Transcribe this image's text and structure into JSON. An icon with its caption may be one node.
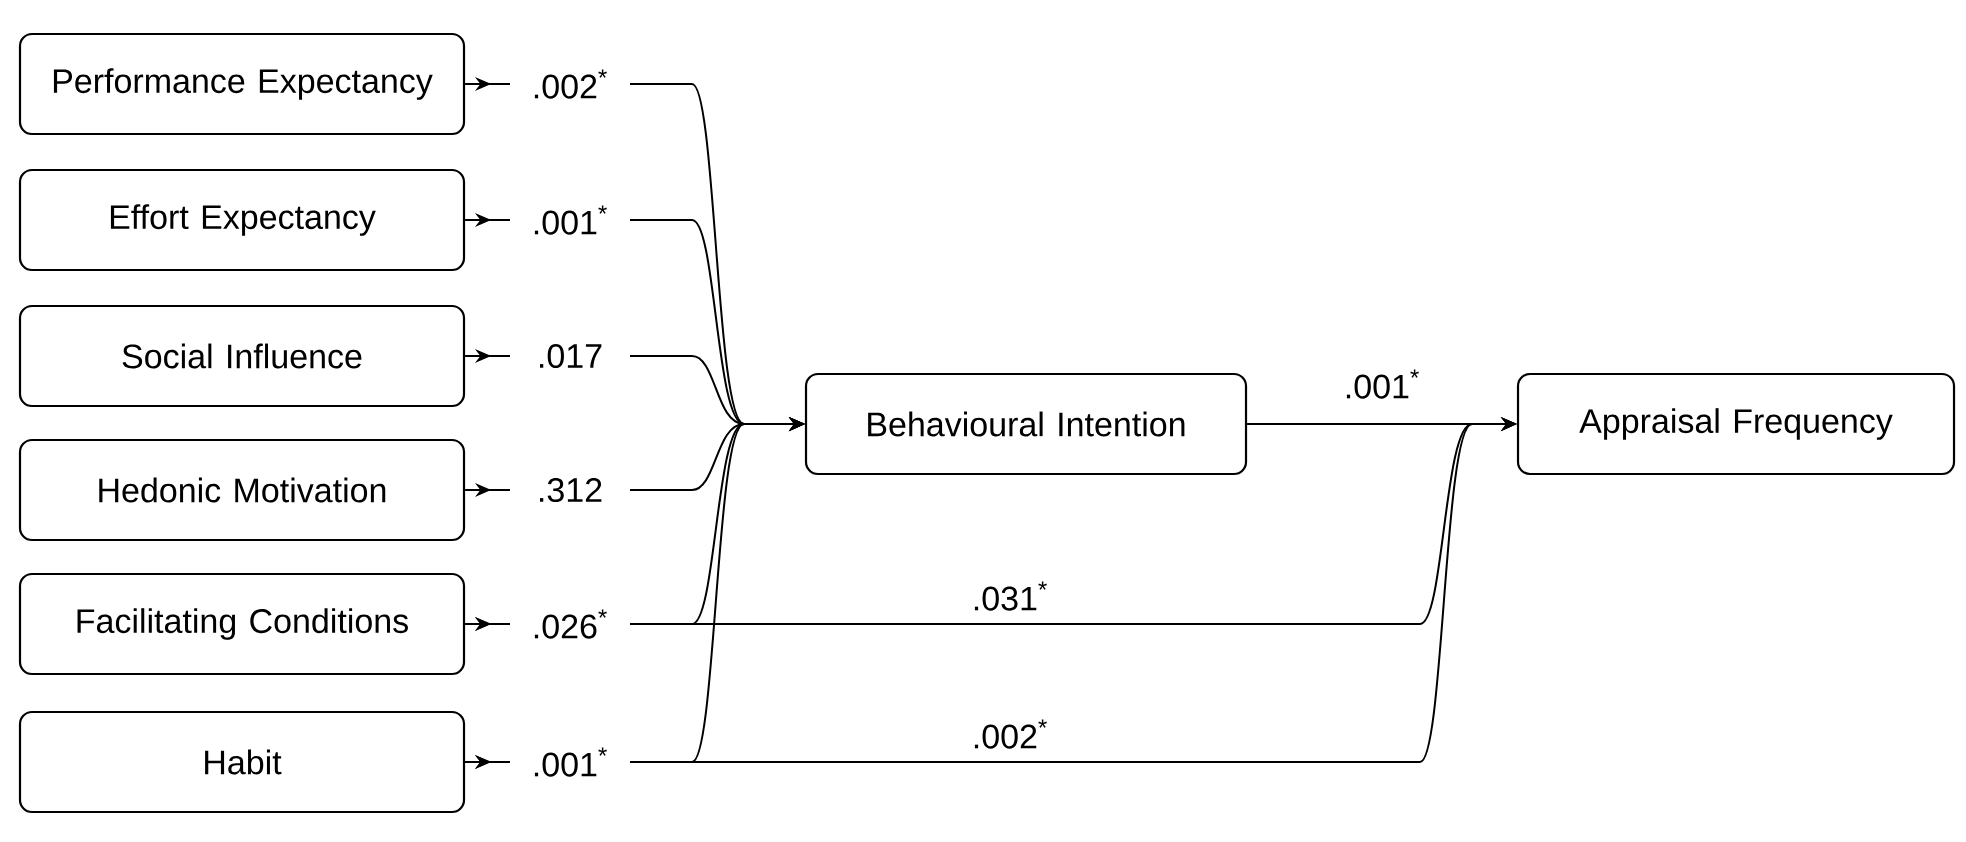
{
  "diagram": {
    "nodes": [
      {
        "text": [
          "Performance Expectancy"
        ]
      },
      {
        "text": [
          "Effort Expectancy"
        ]
      },
      {
        "text": [
          "Social Influence"
        ]
      },
      {
        "text": [
          "Hedonic Motivation"
        ]
      },
      {
        "text": [
          "Facilitating Conditions"
        ]
      },
      {
        "text": [
          "Habit"
        ]
      },
      {
        "text": [
          "Behavioural Intention"
        ]
      },
      {
        "text": [
          "Appraisal Frequency"
        ]
      }
    ],
    "edges": [
      {
        "from": 0,
        "to": 6,
        "arrow": "to",
        "label": ".002$^{*}$"
      },
      {
        "from": 1,
        "to": 6,
        "arrow": "to",
        "label": ".001$^{*}$"
      },
      {
        "from": 2,
        "to": 6,
        "arrow": "to",
        "label": ".017"
      },
      {
        "from": 3,
        "to": 6,
        "arrow": "to",
        "label": ".312"
      },
      {
        "from": 4,
        "to": 6,
        "arrow": "to",
        "label": ".026$^{*}$"
      },
      {
        "from": 5,
        "to": 6,
        "arrow": "to",
        "label": ".001$^{*}$"
      },
      {
        "from": 6,
        "to": 7,
        "arrow": "to",
        "label": ".001$^{*}$"
      },
      {
        "from": 4,
        "to": 7,
        "arrow": "to",
        "label": ".031$^{*}$"
      },
      {
        "from": 5,
        "to": 7,
        "arrow": "to",
        "label": ".002$^{*}$"
      }
    ]
  }
}
